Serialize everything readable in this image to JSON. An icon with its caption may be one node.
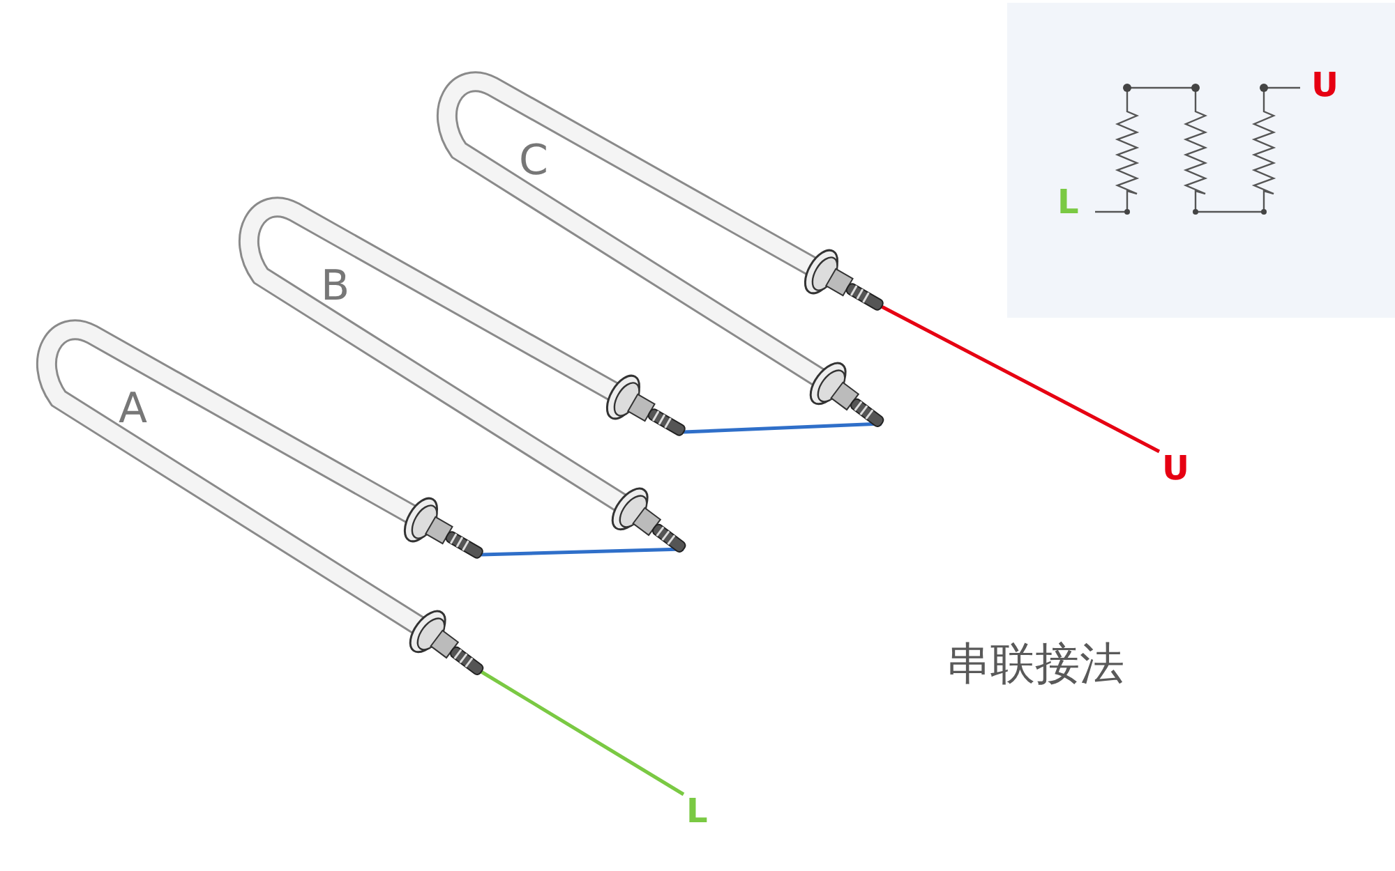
{
  "diagram": {
    "nodes": [
      {
        "text": [
          "A"
        ]
      },
      {
        "text": [
          "B"
        ]
      },
      {
        "text": [
          "C"
        ]
      },
      {
        "text": [
          "L"
        ]
      },
      {
        "text": [
          "U"
        ]
      }
    ],
    "edges": [
      {
        "from": 0,
        "to": 1,
        "arrow": "none"
      },
      {
        "from": 1,
        "to": 2,
        "arrow": "none"
      },
      {
        "from": 0,
        "to": 3,
        "arrow": "none",
        "color": "#7ac943"
      },
      {
        "from": 2,
        "to": 4,
        "arrow": "none",
        "color": "#e60012"
      }
    ],
    "labels": [
      "L",
      "U",
      "串联接法"
    ]
  }
}
